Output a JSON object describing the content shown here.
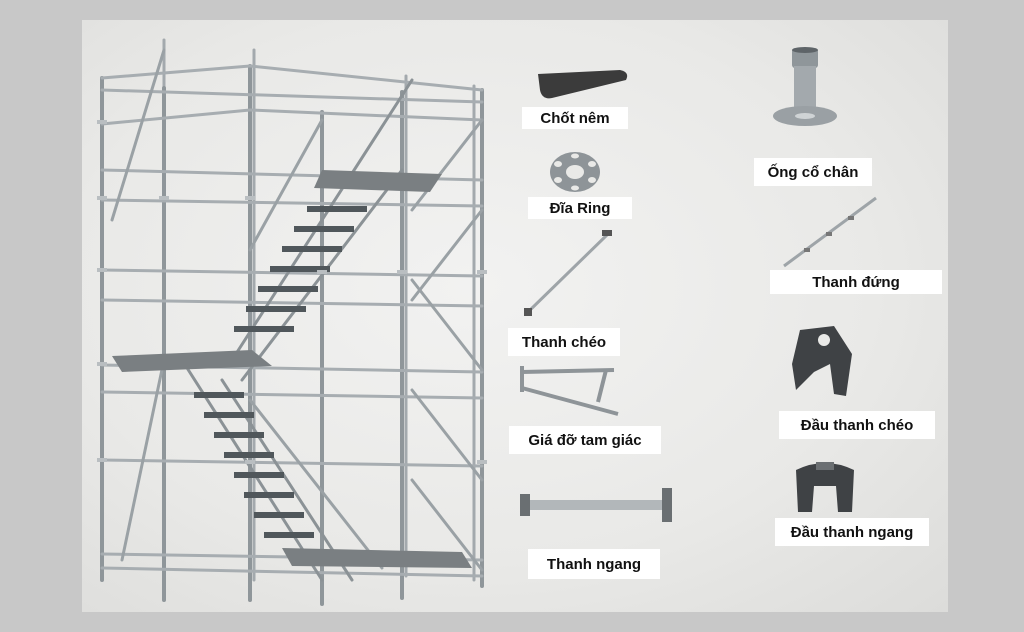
{
  "colors": {
    "frame_bg": "#ececea",
    "outer_bg": "#c8c8c8",
    "steel": "#9aa0a4",
    "steel_dark": "#4a4a4a",
    "label_bg": "#ffffff"
  },
  "parts": [
    {
      "id": "chot-nem",
      "label": "Chốt nêm",
      "icon": "wedge-pin-icon"
    },
    {
      "id": "dia-ring",
      "label": "Đĩa Ring",
      "icon": "ring-disc-icon"
    },
    {
      "id": "thanh-cheo",
      "label": "Thanh chéo",
      "icon": "diagonal-brace-icon"
    },
    {
      "id": "gia-do-tam-giac",
      "label": "Giá đỡ tam giác",
      "icon": "triangle-bracket-icon"
    },
    {
      "id": "thanh-ngang",
      "label": "Thanh ngang",
      "icon": "ledger-icon"
    },
    {
      "id": "ong-co-chan",
      "label": "Ống cổ chân",
      "icon": "base-collar-icon"
    },
    {
      "id": "thanh-dung",
      "label": "Thanh đứng",
      "icon": "standard-icon"
    },
    {
      "id": "dau-thanh-cheo",
      "label": "Đầu thanh chéo",
      "icon": "brace-head-icon"
    },
    {
      "id": "dau-thanh-ngang",
      "label": "Đầu thanh ngang",
      "icon": "ledger-head-icon"
    }
  ]
}
